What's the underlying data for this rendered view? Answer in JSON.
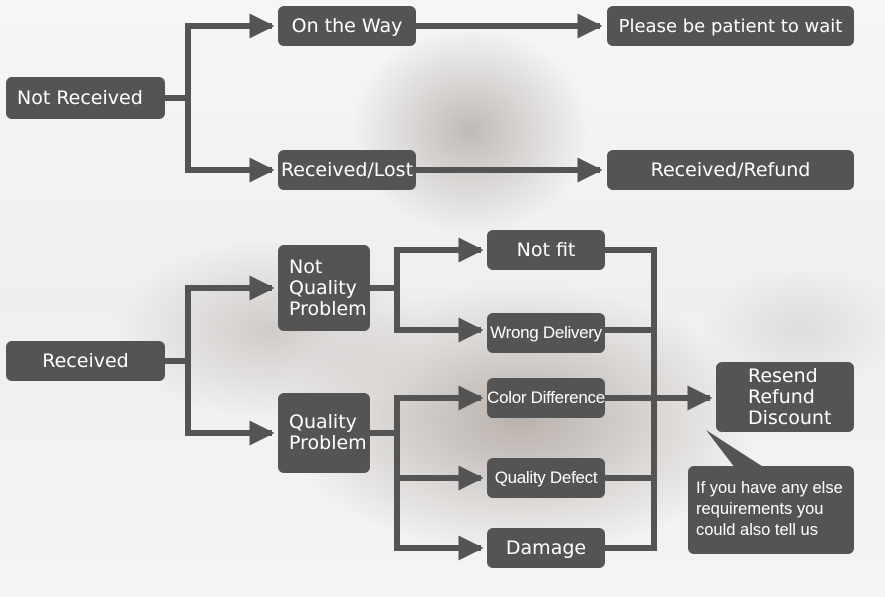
{
  "nodes": {
    "not_received": "Not Received",
    "on_the_way": "On the Way",
    "please_wait": "Please be patient to wait",
    "received_lost": "Received/Lost",
    "received_refund": "Received/Refund",
    "received": "Received",
    "not_quality_problem": [
      "Not",
      "Quality",
      "Problem"
    ],
    "quality_problem": [
      "Quality",
      "Problem"
    ],
    "not_fit": "Not fit",
    "wrong_delivery": "Wrong Delivery",
    "color_difference": "Color Difference",
    "quality_defect": "Quality Defect",
    "damage": "Damage",
    "resolution": [
      "Resend",
      "Refund",
      "Discount"
    ]
  },
  "note": [
    "If you have any else",
    "requirements you",
    "could also tell us"
  ],
  "colors": {
    "box": "#545454",
    "text": "#ffffff",
    "connector": "#545454"
  }
}
